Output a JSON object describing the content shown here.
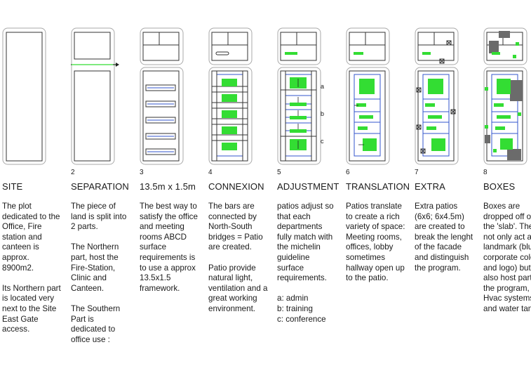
{
  "palette": {
    "outline": "#555555",
    "rounded": "#aaaaaa",
    "green": "#33dd33",
    "blue": "#3355cc",
    "gray": "#6b6b6b"
  },
  "side_labels": [
    "a",
    "b",
    "c"
  ],
  "steps": [
    {
      "num": "",
      "title": "SITE",
      "paras": [
        "The plot dedicated to the Office, Fire station and canteen is approx. 8900m2.",
        "Its Northern part is located very next to the Site East Gate access."
      ]
    },
    {
      "num": "2",
      "title": "SEPARATION",
      "paras": [
        "The piece of land is split into 2 parts.",
        "The Northern part, host the Fire-Station, Clinic and Canteen.",
        "The Southern Part is dedicated to office use :"
      ]
    },
    {
      "num": "3",
      "title": "13.5m x 1.5m",
      "paras": [
        "The best way to satisfy the office and meeting rooms ABCD surface requirements is to use a approx 13.5x1.5 framework."
      ]
    },
    {
      "num": "4",
      "title": "CONNEXION",
      "paras": [
        "The bars are connected by North-South bridges = Patio are created.",
        "Patio provide natural light, ventilation and a great working environment."
      ]
    },
    {
      "num": "5",
      "title": "ADJUSTMENT",
      "paras": [
        "patios adjust so that each departments fully match with the michelin guideline surface requirements.",
        "a: admin",
        "b: training",
        "c: conference"
      ]
    },
    {
      "num": "6",
      "title": "TRANSLATION",
      "paras": [
        "Patios translate to create a rich variety of space: Meeting rooms, offices, lobby sometimes hallway open up to the patio."
      ]
    },
    {
      "num": "7",
      "title": "EXTRA",
      "paras": [
        "Extra patios (6x6; 6x4.5m) are created to break the lenght of the facade and distinguish the program."
      ]
    },
    {
      "num": "8",
      "title": "BOXES",
      "paras": [
        "Boxes are dropped off on the 'slab'. They not only act as a landmark (blue corporate color and logo) but also host part of the program, Hvac systems and water tanks."
      ]
    }
  ]
}
